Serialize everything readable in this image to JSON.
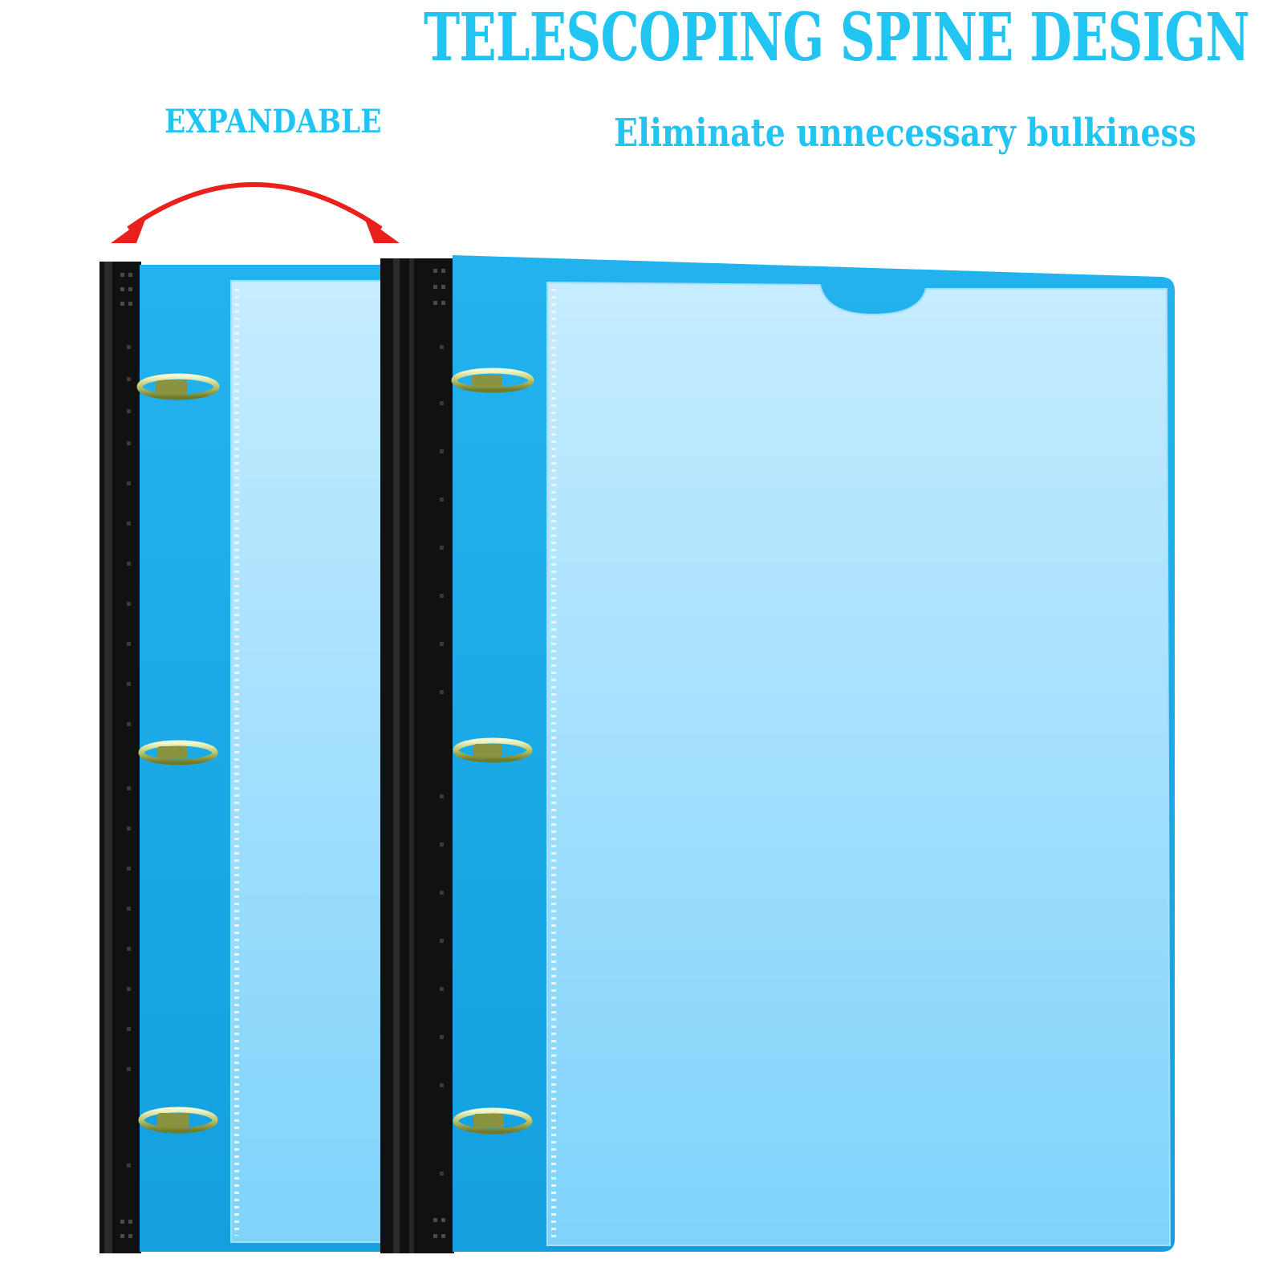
{
  "text": {
    "headline": "TELESCOPING SPINE DESIGN",
    "expandable_label": "EXPANDABLE",
    "tagline": "Eliminate unnecessary bulkiness"
  },
  "colors": {
    "text_blue": "#22c4f2",
    "arrow_red": "#e8211c",
    "cover_blue": "#1aa6e4",
    "pocket_light": "#bfe9ff",
    "spine_black": "#151515",
    "ring_metal": "#c9d48a"
  }
}
